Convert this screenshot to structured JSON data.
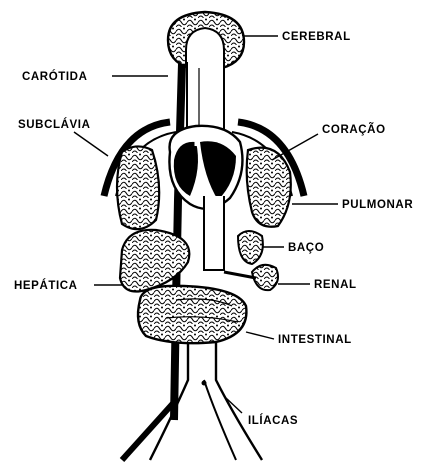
{
  "labels": {
    "cerebral": "CEREBRAL",
    "carotida": "CARÓTIDA",
    "subclavia": "SUBCLÁVIA",
    "coracao": "CORAÇÃO",
    "pulmonar": "PULMONAR",
    "baco": "BAÇO",
    "hepatica": "HEPÁTICA",
    "renal": "RENAL",
    "intestinal": "INTESTINAL",
    "iliacas": "ILÍACAS"
  },
  "colors": {
    "ink": "#000000",
    "paper": "#ffffff"
  }
}
